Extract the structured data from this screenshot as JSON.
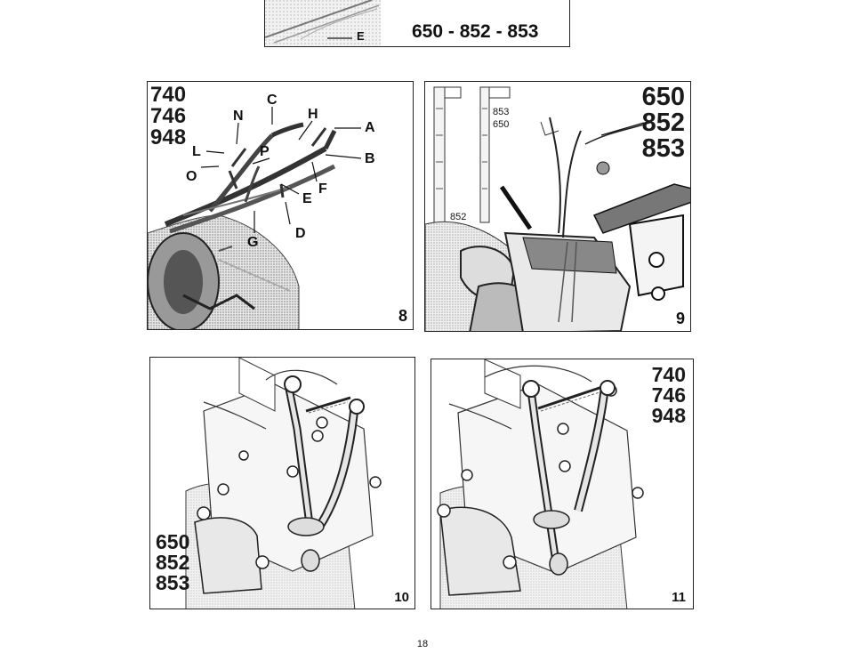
{
  "top_banner": {
    "callout": "E",
    "models": "650 - 852 - 853"
  },
  "figure_8": {
    "number": "8",
    "models": [
      "740",
      "746",
      "948"
    ],
    "callouts": [
      "A",
      "B",
      "C",
      "D",
      "E",
      "F",
      "G",
      "H",
      "L",
      "N",
      "O",
      "P"
    ]
  },
  "figure_9": {
    "number": "9",
    "models": [
      "650",
      "852",
      "853"
    ],
    "gauge_labels": [
      "853",
      "650",
      "852"
    ]
  },
  "figure_10": {
    "number": "10",
    "models": [
      "650",
      "852",
      "853"
    ]
  },
  "figure_11": {
    "number": "11",
    "models": [
      "740",
      "746",
      "948"
    ]
  },
  "page_number": "18"
}
